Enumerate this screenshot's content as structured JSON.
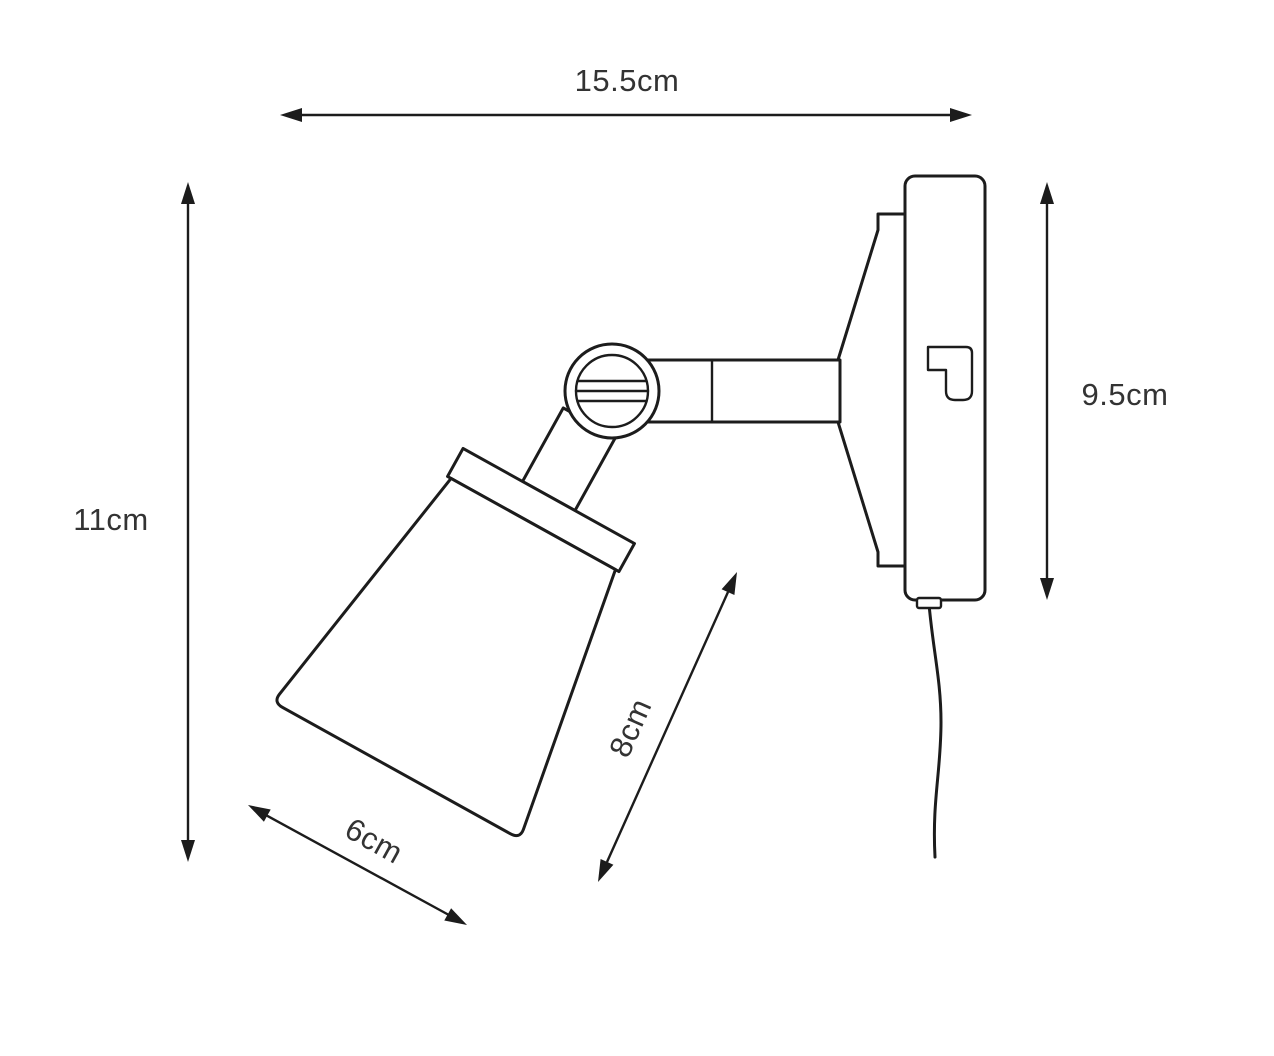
{
  "diagram": {
    "title": "wall-spotlight-dimension-drawing",
    "labels": {
      "width": "15.5cm",
      "height": "11cm",
      "backplate_height": "9.5cm",
      "shade_length": "8cm",
      "shade_diameter": "6cm"
    },
    "colors": {
      "line": "#1c1c1c",
      "text": "#333333",
      "background": "#ffffff"
    }
  }
}
